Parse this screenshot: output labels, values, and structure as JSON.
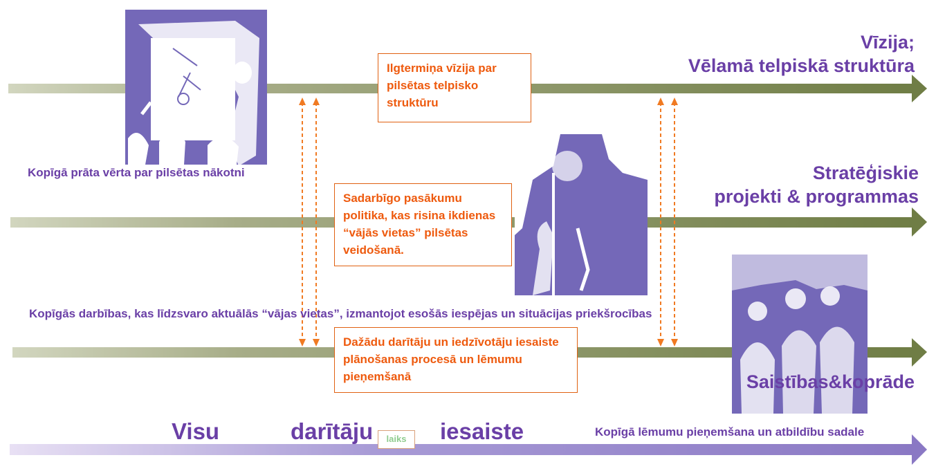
{
  "right_labels": {
    "vision": "Vīzija;\nVēlamā telpiskā struktūra",
    "strategic": "Stratēģiskie\nprojekti & programmas",
    "links": "Saistības&koprāde"
  },
  "boxes": {
    "vision": "Ilgtermiņa vīzija par pilsētas telpisko struktūru",
    "policy": "Sadarbīgo pasākumu politika, kas risina ikdienas “vājās vietas” pilsētas veidošanā.",
    "involvement": "Dažādu darītāju un iedzīvotāju iesaiste plānošanas procesā un lēmumu pieņemšanā"
  },
  "captions": {
    "shared_mind": "Kopīgā prāta vērta par pilsētas nākotni",
    "joint_actions": "Kopīgās darbības,  kas līdzsvaro aktuālās “vājas vietas”, izmantojot esošās iespējas un situācijas priekšrocības",
    "joint_decisions": "Kopīgā lēmumu pieņemšana un atbildību sadale"
  },
  "bottom": {
    "word1": "Visu",
    "word2": "darītāju",
    "word3": "iesaiste",
    "time_label": "laiks"
  },
  "colors": {
    "arrow_green": "#7d8a55",
    "purple": "#6a3fa6",
    "orange": "#ee5a0e",
    "sketch": "#7468b8"
  }
}
